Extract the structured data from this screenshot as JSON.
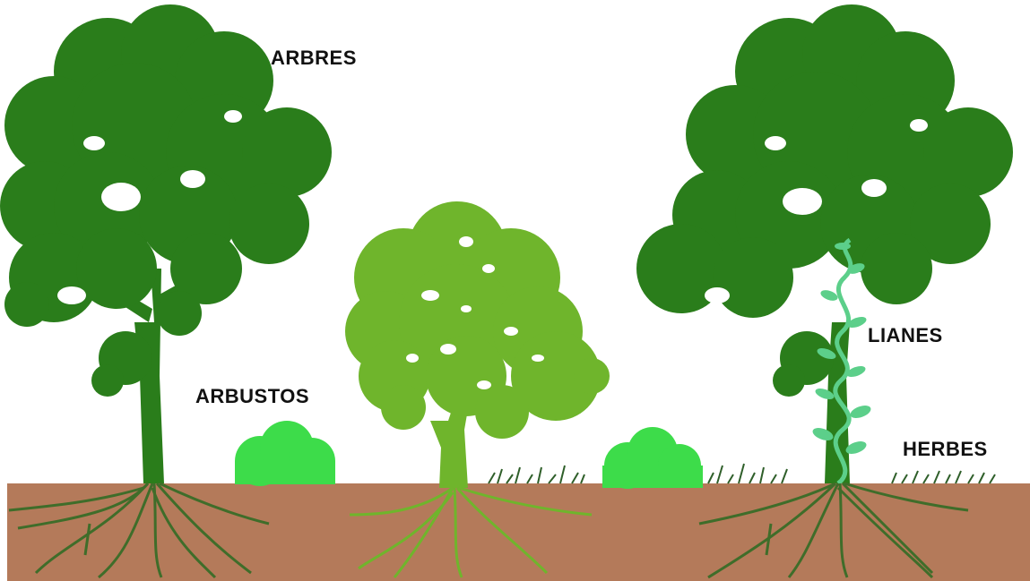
{
  "labels": {
    "arbres": "ARBRES",
    "arbustos": "ARBUSTOS",
    "lianes": "LIANES",
    "herbes": "HERBES"
  },
  "colors": {
    "background": "#ffffff",
    "tree_dark": "#2a7d1b",
    "tree_light": "#6fb52c",
    "shrub": "#3ddc4a",
    "soil": "#b47a5a",
    "roots": "#3f6d2a",
    "liana": "#5ccf8a",
    "grass": "#2f5f2a"
  }
}
